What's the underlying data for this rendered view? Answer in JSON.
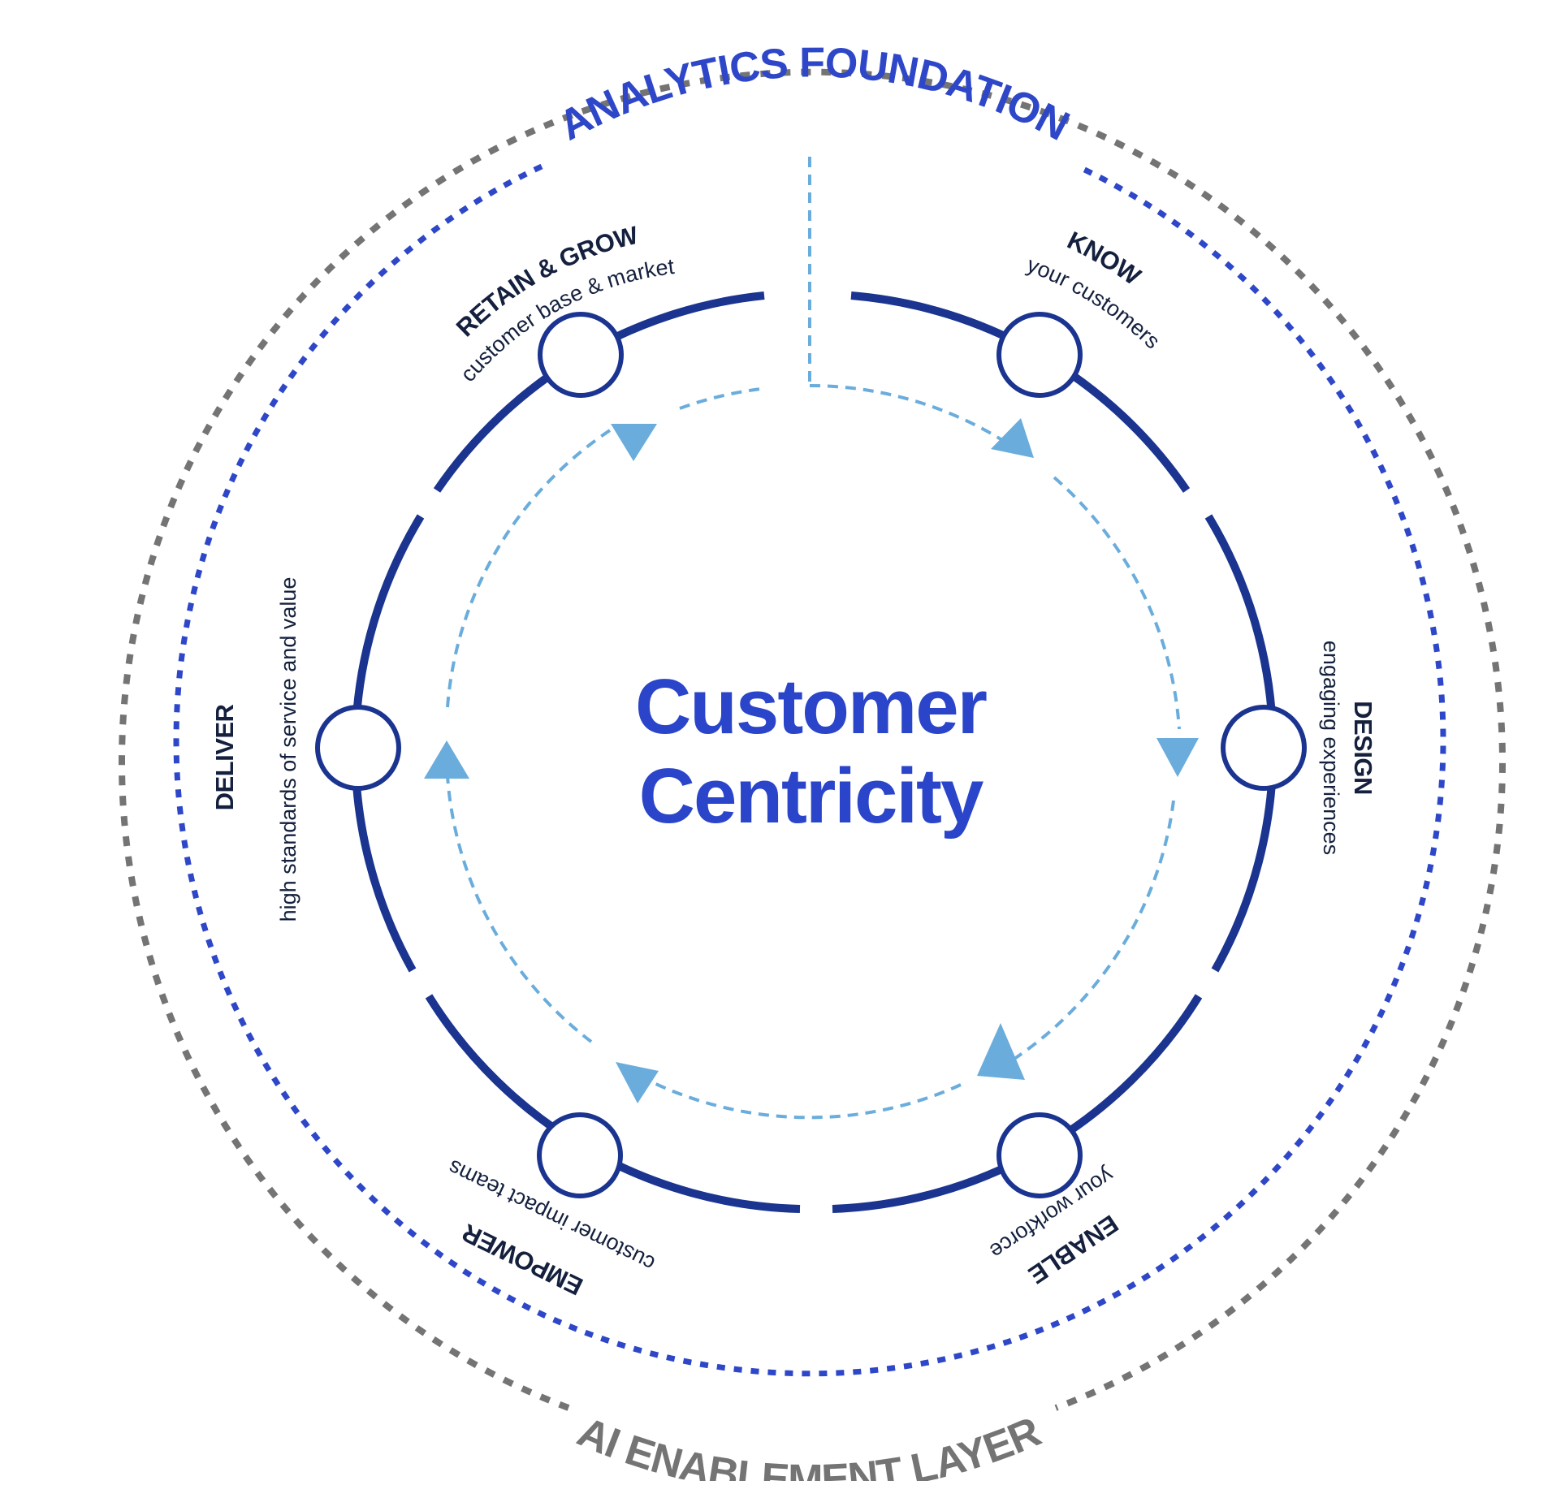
{
  "center": {
    "line1": "Customer",
    "line2": "Centricity"
  },
  "outer_ring": {
    "label": "AI ENABLEMENT LAYER"
  },
  "middle_ring": {
    "label": "ANALYTICS FOUNDATION"
  },
  "stages": {
    "know": {
      "title": "KNOW",
      "subtitle": "your customers"
    },
    "design": {
      "title": "DESIGN",
      "subtitle": "engaging experiences"
    },
    "enable": {
      "title": "ENABLE",
      "subtitle": "your workforce"
    },
    "empower": {
      "title": "EMPOWER",
      "subtitle": "customer impact teams"
    },
    "deliver": {
      "title": "DELIVER",
      "subtitle": "high standards of service and value"
    },
    "retain": {
      "title": "RETAIN & GROW",
      "subtitle": "customer base & market"
    }
  },
  "colors": {
    "outer_gray": "#747474",
    "analytics_blue": "#2e47c8",
    "main_ring": "#1a3490",
    "flow_arrow": "#6aaddc",
    "center_text": "#2a45c9",
    "stage_text": "#14203d"
  }
}
